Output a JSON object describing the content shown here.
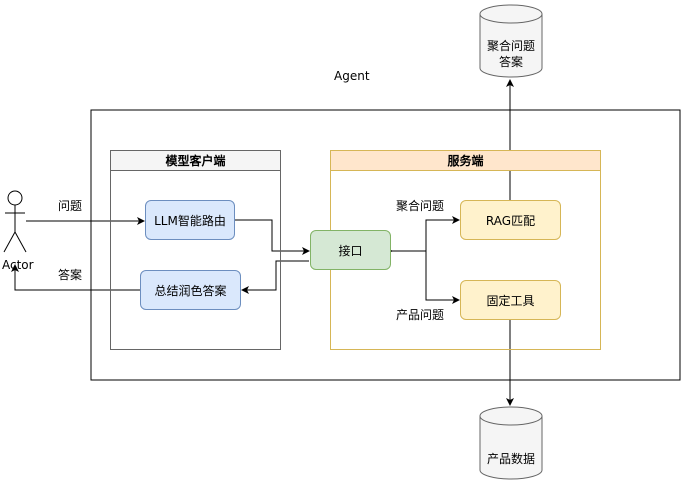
{
  "diagram": {
    "agent_label": "Agent",
    "actor_label": "Actor",
    "edge_question": "问题",
    "edge_answer": "答案",
    "edge_aggregate": "聚合问题",
    "edge_product": "产品问题",
    "client_group": {
      "title": "模型客户端"
    },
    "server_group": {
      "title": "服务端"
    },
    "nodes": {
      "llm_router": "LLM智能路由",
      "summarize": "总结润色答案",
      "interface": "接口",
      "rag_match": "RAG匹配",
      "fixed_tool": "固定工具"
    },
    "db_top": {
      "line1": "聚合问题",
      "line2": "答案"
    },
    "db_bottom": {
      "line1": "产品数据"
    },
    "colors": {
      "client_header": "#f5f5f5",
      "server_header": "#ffe6cc",
      "server_border": "#d6b656",
      "blue_fill": "#dae8fc",
      "green_fill": "#d5e8d4",
      "yellow_fill": "#fff2cc"
    }
  }
}
